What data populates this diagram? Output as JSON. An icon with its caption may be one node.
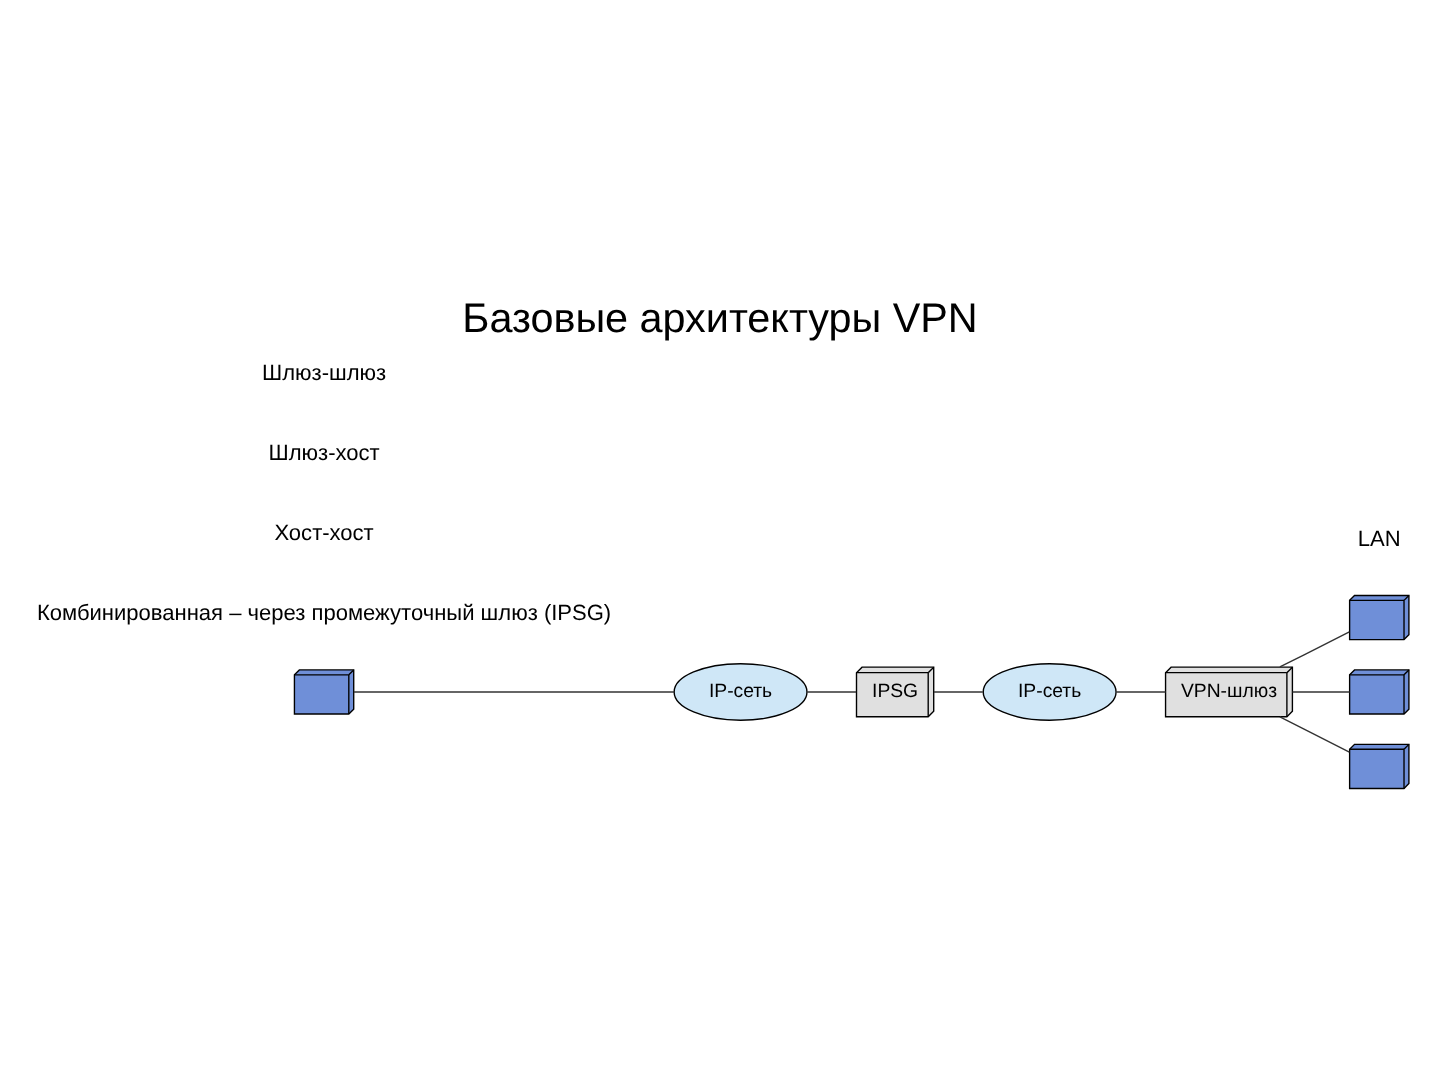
{
  "diagram": {
    "title": "Базовые архитектуры VPN",
    "nodes": [
      {
        "text": [],
        "shape": "picture"
      },
      {
        "text": [
          "IP-сеть"
        ]
      },
      {
        "text": [
          "IPSG"
        ]
      },
      {
        "text": [
          "IP-сеть"
        ]
      },
      {
        "text": [
          "VPN-шлюз"
        ]
      },
      {
        "text": [],
        "shape": "picture"
      },
      {
        "text": [],
        "shape": "picture"
      },
      {
        "text": [],
        "shape": "picture"
      }
    ],
    "edges": [
      {
        "from": 0,
        "to": 1,
        "arrow": "none"
      },
      {
        "from": 1,
        "to": 2,
        "arrow": "none"
      },
      {
        "from": 2,
        "to": 3,
        "arrow": "none"
      },
      {
        "from": 3,
        "to": 4,
        "arrow": "none"
      },
      {
        "from": 4,
        "to": 5,
        "arrow": "none"
      },
      {
        "from": 4,
        "to": 6,
        "arrow": "none"
      },
      {
        "from": 4,
        "to": 7,
        "arrow": "none"
      }
    ],
    "labels": [
      "Шлюз-шлюз",
      "Шлюз-хост",
      "Хост-хост",
      "Комбинированная – через промежуточный шлюз (IPSG)",
      "LAN"
    ]
  }
}
